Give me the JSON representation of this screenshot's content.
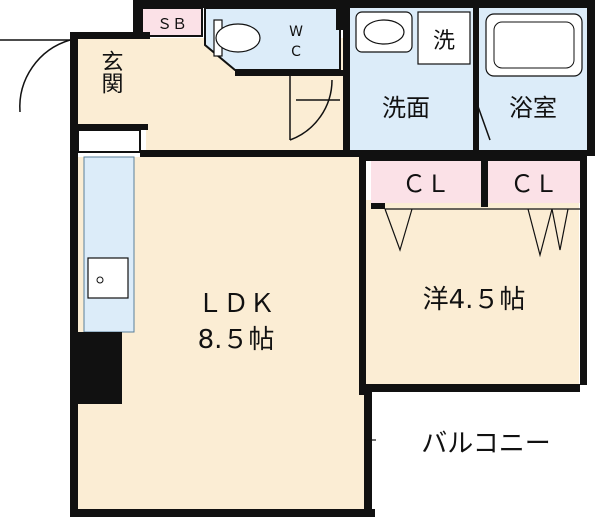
{
  "rooms": {
    "entrance": "玄関",
    "shoe_box": "ＳＢ",
    "wc_w": "W",
    "wc_c": "C",
    "washroom": "洗面",
    "washer": "洗",
    "bath": "浴室",
    "closet_1": "ＣＬ",
    "closet_2": "ＣＬ",
    "ldk": "ＬＤＫ",
    "ldk_size": "8.５帖",
    "western": "洋4.５帖",
    "balcony": "バルコニー"
  },
  "colors": {
    "wall": "#111111",
    "room_floor": "#fbedd4",
    "wet_area": "#dcecf9",
    "closet": "#fbe1e7",
    "balcony": "#ffffff",
    "kitchen": "#dcecf9"
  }
}
